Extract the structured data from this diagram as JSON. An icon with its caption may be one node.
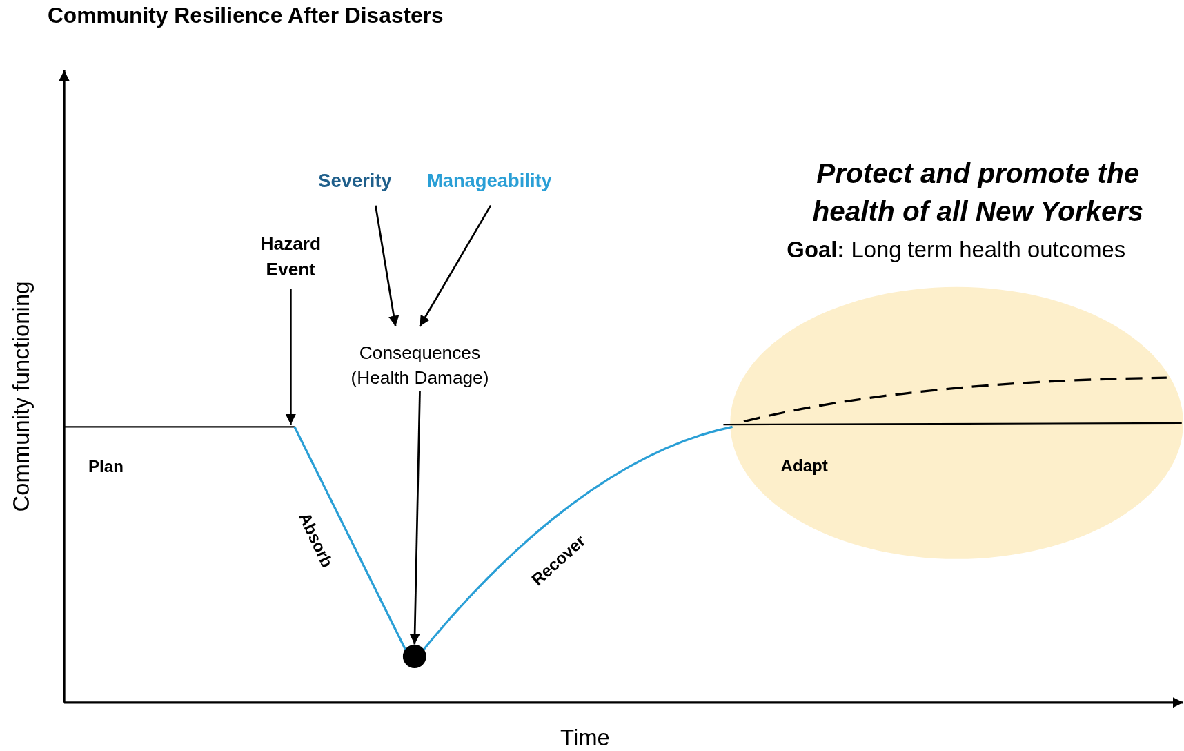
{
  "diagram": {
    "title": "Community Resilience After Disasters",
    "nodes": [
      {
        "text": [
          "Severity"
        ]
      },
      {
        "text": [
          "Manageability"
        ]
      },
      {
        "text": [
          "Hazard Event"
        ]
      },
      {
        "text": [
          "Consequences (Health Damage)"
        ]
      },
      {
        "text": [
          "Adapt"
        ]
      },
      {
        "text": [],
        "shape": "circle"
      }
    ],
    "edges": [
      {
        "from": 2,
        "to": null,
        "arrow": "to"
      },
      {
        "from": 0,
        "to": 3,
        "arrow": "to"
      },
      {
        "from": 1,
        "to": 3,
        "arrow": "to"
      },
      {
        "from": 3,
        "to": 5,
        "arrow": "to"
      }
    ],
    "labels": [
      "Protect and promote the health of all New Yorkers",
      "**Goal:** Long term health outcomes",
      "Community functioning",
      "Plan",
      "Absorb",
      "Recover",
      "Time"
    ]
  }
}
